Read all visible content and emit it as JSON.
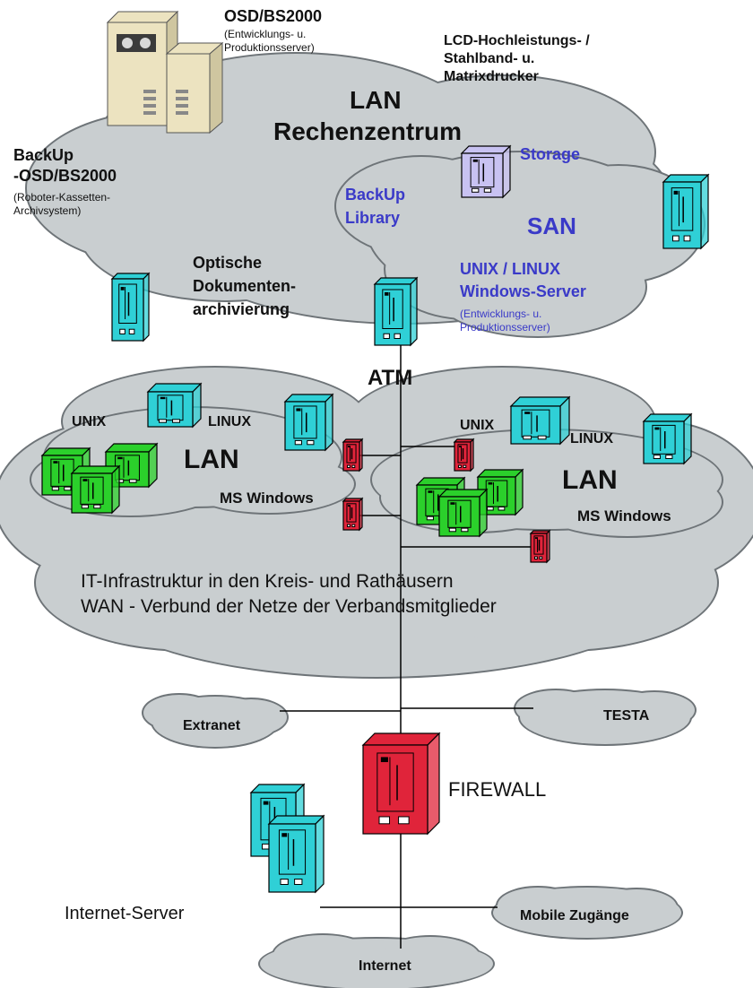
{
  "colors": {
    "cloud": "#c9ced0",
    "cloud_edge": "#6e7478",
    "server_cyan": "#2fd0d6",
    "server_green": "#2bd02b",
    "server_red": "#e0243a",
    "storage_lavender": "#c8c2f2",
    "mainframe_beige": "#ece3c0",
    "label_blue": "#3a3ac8",
    "line": "#000000"
  },
  "labels": {
    "osd_title": "OSD/BS2000",
    "osd_sub1": "(Entwicklungs- u.",
    "osd_sub2": "Produktionsserver)",
    "lcd_1": "LCD-Hochleistungs- /",
    "lcd_2": "Stahlband- u.",
    "lcd_3": "Matrixdrucker",
    "lan_rz_1": "LAN",
    "lan_rz_2": "Rechenzentrum",
    "storage": "Storage",
    "backup_osd_1": "BackUp",
    "backup_osd_2": "-OSD/BS2000",
    "backup_osd_3": "(Roboter-Kassetten-",
    "backup_osd_4": "Archivsystem)",
    "backup_lib_1": "BackUp",
    "backup_lib_2": "Library",
    "san": "SAN",
    "optic_1": "Optische",
    "optic_2": "Dokumenten-",
    "optic_3": "archivierung",
    "unix_linux": "UNIX / LINUX",
    "windows_server": "Windows-Server",
    "unix_sub1": "(Entwicklungs- u.",
    "unix_sub2": "Produktionsserver)",
    "atm": "ATM",
    "unix_left": "UNIX",
    "linux_left": "LINUX",
    "lan_left": "LAN",
    "mswin_left": "MS Windows",
    "unix_right": "UNIX",
    "linux_right": "LINUX",
    "lan_right": "LAN",
    "mswin_right": "MS Windows",
    "it_infra": "IT-Infrastruktur in den Kreis- und Rathäusern",
    "wan": "WAN - Verbund der Netze der Verbandsmitglieder",
    "extranet": "Extranet",
    "testa": "TESTA",
    "firewall": "FIREWALL",
    "internet_server": "Internet-Server",
    "mobile": "Mobile Zugänge",
    "internet": "Internet"
  }
}
